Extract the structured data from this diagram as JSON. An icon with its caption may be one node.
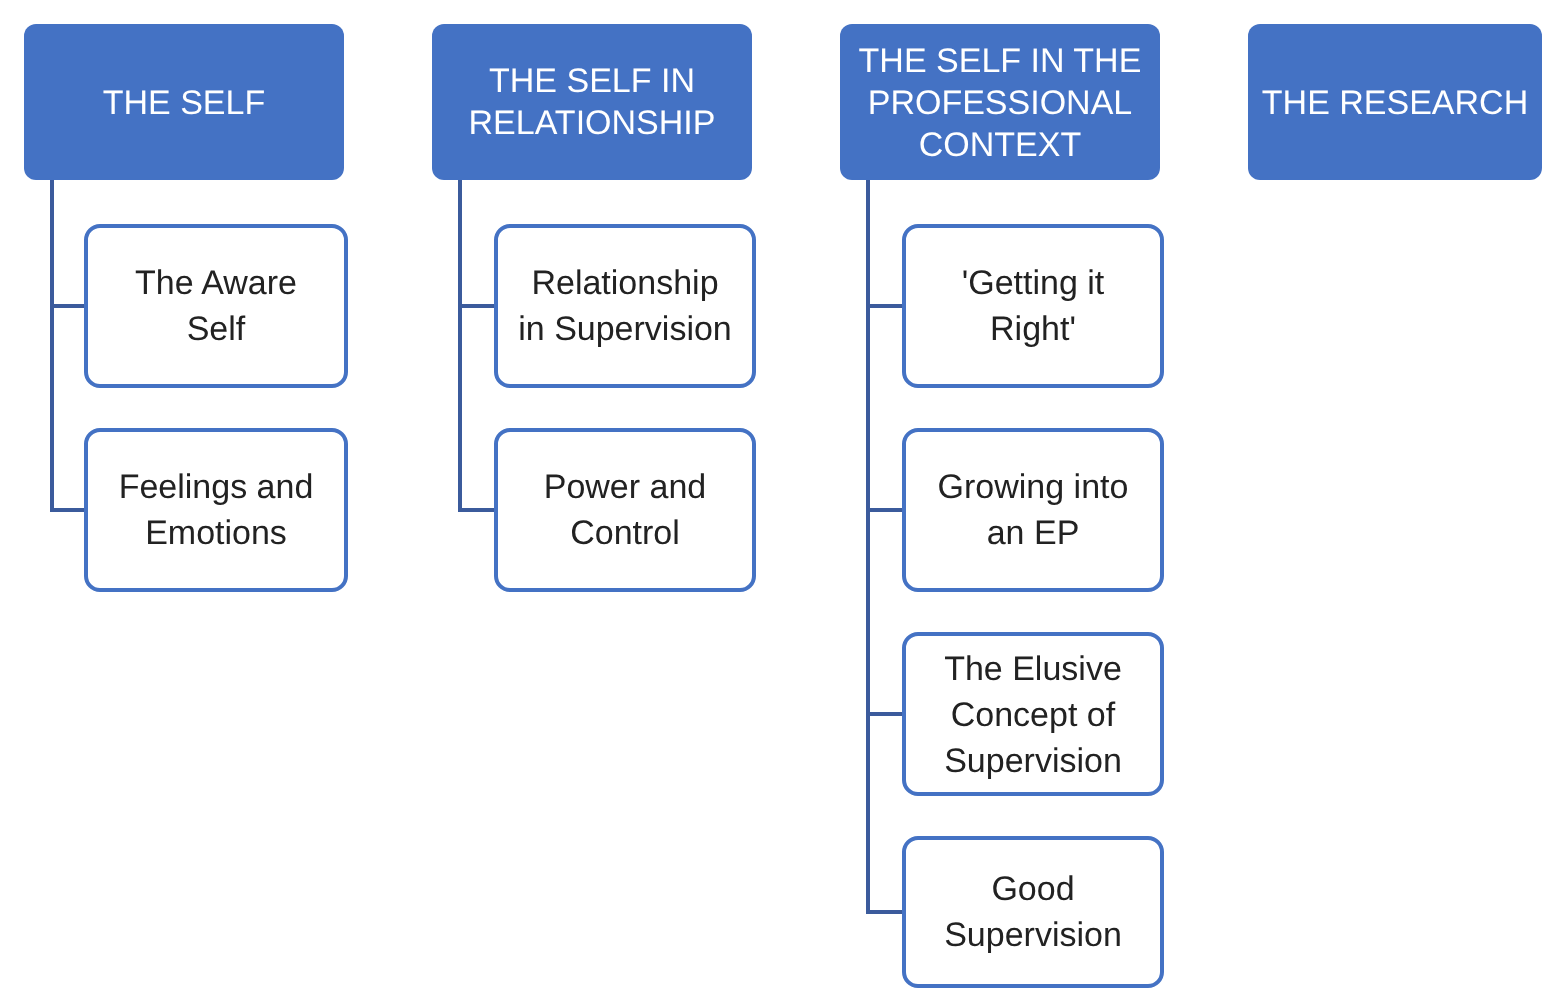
{
  "diagram": {
    "nodes": [
      {
        "text": [
          "THE SELF"
        ]
      },
      {
        "text": [
          "The Aware Self"
        ]
      },
      {
        "text": [
          "Feelings and Emotions"
        ]
      },
      {
        "text": [
          "THE SELF IN RELATIONSHIP"
        ]
      },
      {
        "text": [
          "Relationship in Supervision"
        ]
      },
      {
        "text": [
          "Power and Control"
        ]
      },
      {
        "text": [
          "THE SELF IN THE PROFESSIONAL CONTEXT"
        ]
      },
      {
        "text": [
          "'Getting it Right'"
        ]
      },
      {
        "text": [
          "Growing into an EP"
        ]
      },
      {
        "text": [
          "The Elusive Concept of Supervision"
        ]
      },
      {
        "text": [
          "Good Supervision"
        ]
      },
      {
        "text": [
          "THE RESEARCH"
        ]
      }
    ],
    "edges": [
      {
        "from": 0,
        "to": 1,
        "arrow": "none"
      },
      {
        "from": 0,
        "to": 2,
        "arrow": "none"
      },
      {
        "from": 3,
        "to": 4,
        "arrow": "none"
      },
      {
        "from": 3,
        "to": 5,
        "arrow": "none"
      },
      {
        "from": 6,
        "to": 7,
        "arrow": "none"
      },
      {
        "from": 6,
        "to": 8,
        "arrow": "none"
      },
      {
        "from": 6,
        "to": 9,
        "arrow": "none"
      },
      {
        "from": 6,
        "to": 10,
        "arrow": "none"
      }
    ]
  }
}
